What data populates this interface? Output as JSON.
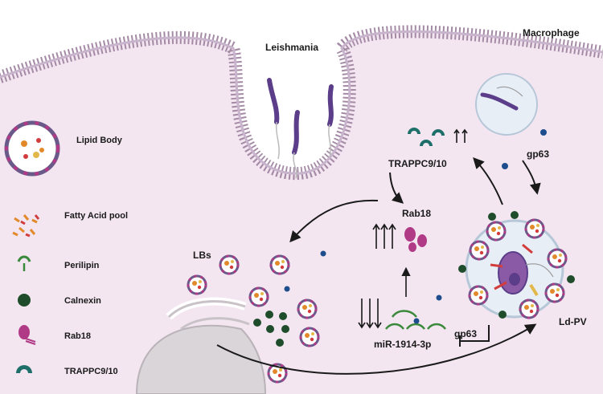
{
  "labels": {
    "leishmania": "Leishmania",
    "macrophage": "Macrophage",
    "trappc_top": "TRAPPC9/10",
    "gp63_top": "gp63",
    "rab18_center": "Rab18",
    "lbs": "LBs",
    "mirna": "miR-1914-3p",
    "gp63_bottom": "gp63",
    "ldpv": "Ld-PV"
  },
  "legend": [
    {
      "label": "Lipid Body",
      "icon": "lipid-body-icon"
    },
    {
      "label": "Fatty Acid pool",
      "icon": "fatty-acid-icon"
    },
    {
      "label": "Perilipin",
      "icon": "perilipin-icon"
    },
    {
      "label": "Calnexin",
      "icon": "calnexin-icon"
    },
    {
      "label": "Rab18",
      "icon": "rab18-icon"
    },
    {
      "label": "TRAPPC9/10",
      "icon": "trappc-icon"
    }
  ],
  "colors": {
    "cytoplasm": "#f3e6f1",
    "membrane": "#a58aa6",
    "parasite": "#5b3d8a",
    "calnexin": "#1f4d2b",
    "rab18": "#b03a86",
    "trappc": "#1e6f6a",
    "gp63_dot": "#1d4d8c",
    "perilipin": "#3b8a3b"
  }
}
